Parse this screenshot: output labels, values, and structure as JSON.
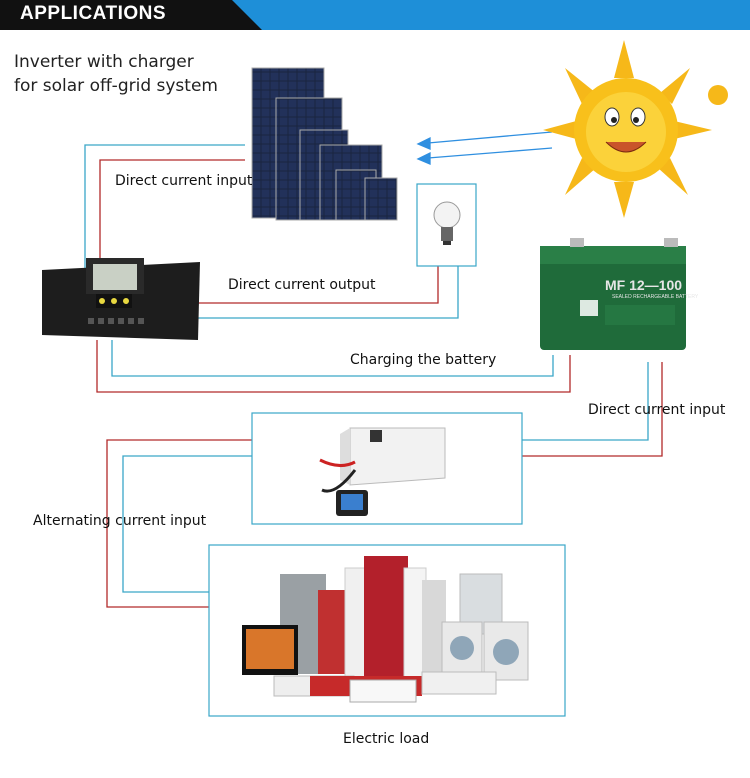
{
  "header": {
    "title": "APPLICATIONS"
  },
  "subtitle": {
    "line1": "Inverter with charger",
    "line2": "for solar off-grid system"
  },
  "labels": {
    "dc_input_top": "Direct current input",
    "dc_output": "Direct current output",
    "charging": "Charging the battery",
    "dc_input_right": "Direct current input",
    "ac_input": "Alternating current input",
    "electric_load": "Electric load"
  },
  "battery": {
    "model": "MF 12—100",
    "subtitle": "SEALED RECHARGEABLE BATTERY"
  },
  "colors": {
    "accent": "#1e8fd8",
    "wire_red": "#b22a2a",
    "wire_blue": "#3aa6c8",
    "battery_green": "#1f6b3a",
    "sun": "#f6b819"
  }
}
